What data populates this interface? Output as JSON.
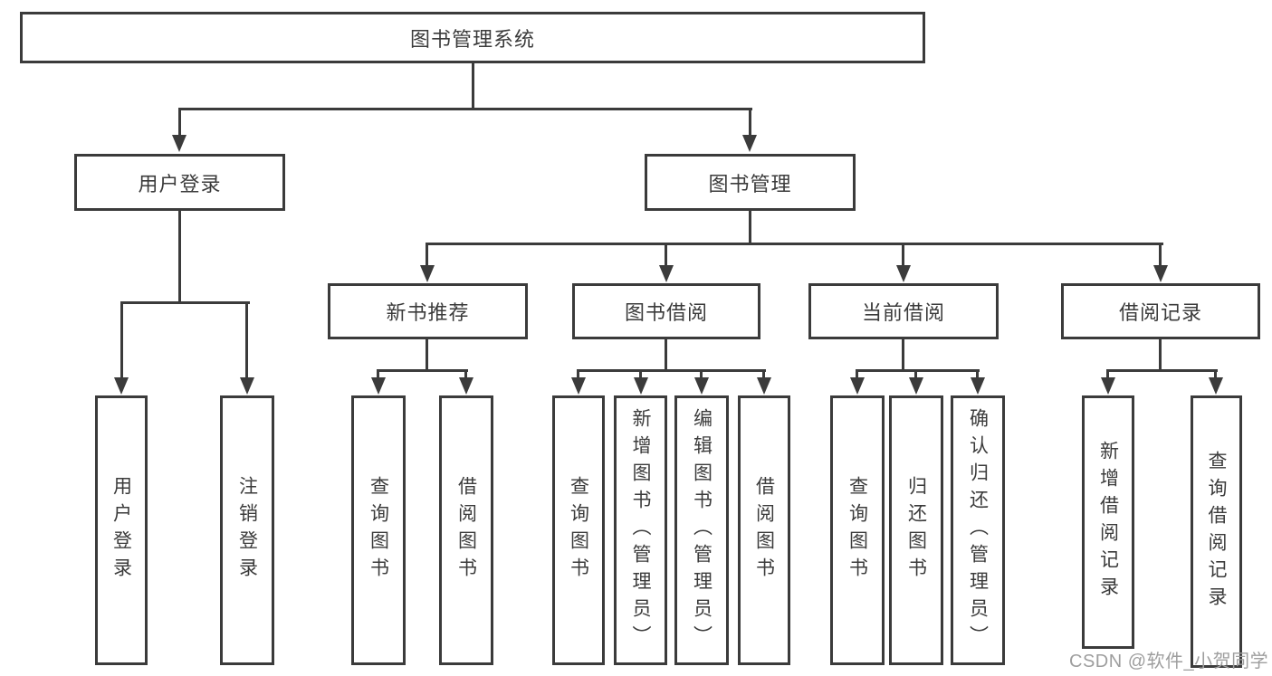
{
  "diagram": {
    "title": "图书管理系统",
    "branches": [
      {
        "label": "用户登录",
        "children": [
          {
            "label": "用户登录"
          },
          {
            "label": "注销登录"
          }
        ]
      },
      {
        "label": "图书管理",
        "children": [
          {
            "label": "新书推荐",
            "children": [
              {
                "label": "查询图书"
              },
              {
                "label": "借阅图书"
              }
            ]
          },
          {
            "label": "图书借阅",
            "children": [
              {
                "label": "查询图书"
              },
              {
                "label": "新增图书（管理员）"
              },
              {
                "label": "编辑图书（管理员）"
              },
              {
                "label": "借阅图书"
              }
            ]
          },
          {
            "label": "当前借阅",
            "children": [
              {
                "label": "查询图书"
              },
              {
                "label": "归还图书"
              },
              {
                "label": "确认归还（管理员）"
              }
            ]
          },
          {
            "label": "借阅记录",
            "children": [
              {
                "label": "新增借阅记录"
              },
              {
                "label": "查询借阅记录"
              }
            ]
          }
        ]
      }
    ]
  },
  "colors": {
    "line": "#3b3b3b",
    "box_background": "#ffffff",
    "watermark": "#9e9e9e"
  },
  "watermark": {
    "text": "CSDN @软件_小贺同学"
  }
}
